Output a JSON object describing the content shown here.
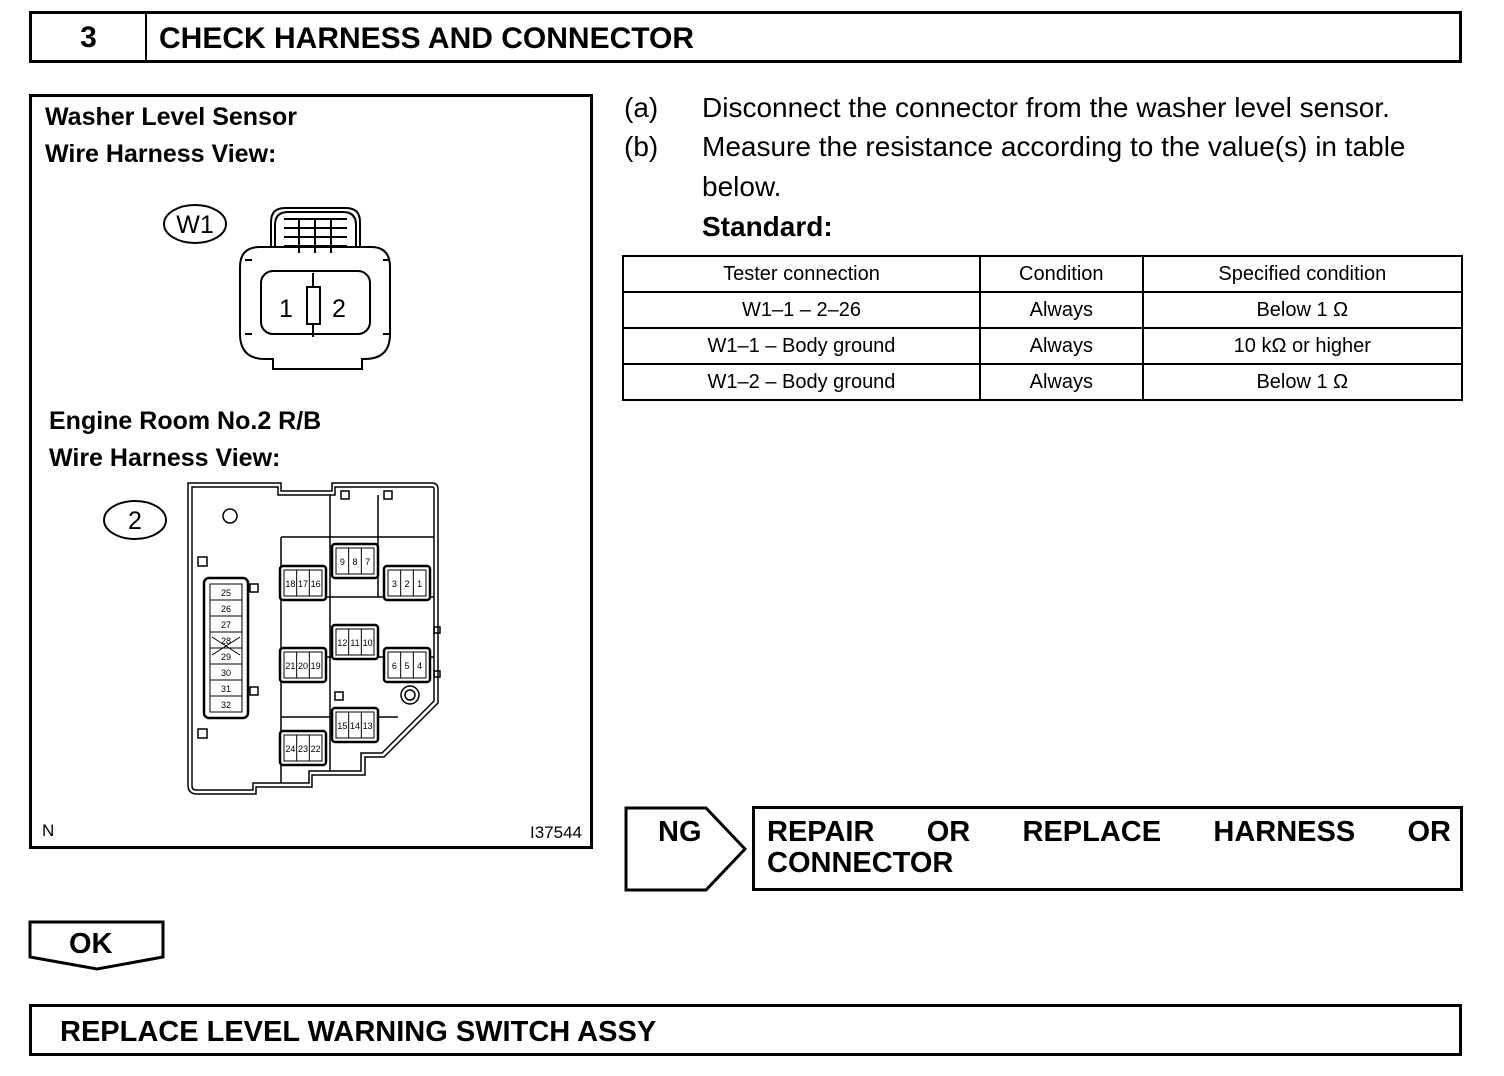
{
  "header": {
    "step_number": "3",
    "title": "CHECK HARNESS AND CONNECTOR"
  },
  "figure": {
    "sensor_title_line1": "Washer Level Sensor",
    "sensor_title_line2": "Wire Harness View:",
    "sensor_connector_code": "W1",
    "sensor_pins": [
      "1",
      "2"
    ],
    "rb_title_line1": "Engine Room No.2 R/B",
    "rb_title_line2": "Wire Harness View:",
    "rb_connector_code": "2",
    "rb_left_column_pins": [
      "25",
      "26",
      "27",
      "28",
      "29",
      "30",
      "31",
      "32"
    ],
    "rb_relays": [
      {
        "pins": [
          "9",
          "8",
          "7"
        ]
      },
      {
        "pins": [
          "18",
          "17",
          "16"
        ]
      },
      {
        "pins": [
          "3",
          "2",
          "1"
        ]
      },
      {
        "pins": [
          "12",
          "11",
          "10"
        ]
      },
      {
        "pins": [
          "21",
          "20",
          "19"
        ]
      },
      {
        "pins": [
          "6",
          "5",
          "4"
        ]
      },
      {
        "pins": [
          "15",
          "14",
          "13"
        ]
      },
      {
        "pins": [
          "24",
          "23",
          "22"
        ]
      }
    ],
    "corner_left": "N",
    "illustration_id": "I37544"
  },
  "steps": [
    {
      "letter": "(a)",
      "text": "Disconnect the connector from the washer level sensor."
    },
    {
      "letter": "(b)",
      "text": "Measure the resistance according to the value(s) in table below."
    }
  ],
  "standard_label": "Standard:",
  "table": {
    "headers": [
      "Tester connection",
      "Condition",
      "Specified condition"
    ],
    "rows": [
      [
        "W1–1 – 2–26",
        "Always",
        "Below 1 Ω"
      ],
      [
        "W1–1 – Body ground",
        "Always",
        "10 kΩ or higher"
      ],
      [
        "W1–2 – Body ground",
        "Always",
        "Below 1 Ω"
      ]
    ]
  },
  "ng": {
    "label": "NG",
    "result": "REPAIR OR REPLACE HARNESS OR CONNECTOR"
  },
  "ok": {
    "label": "OK"
  },
  "final": {
    "text": "REPLACE LEVEL WARNING SWITCH ASSY"
  }
}
